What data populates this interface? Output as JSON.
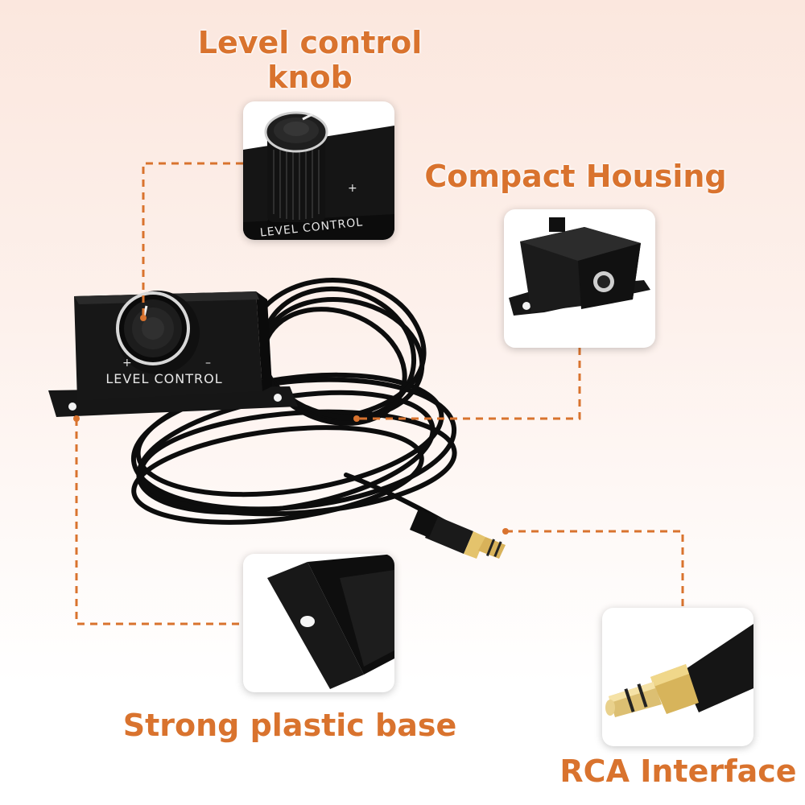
{
  "labels": {
    "knob": "Level control knob",
    "housing": "Compact Housing",
    "base": "Strong plastic base",
    "rca": "RCA Interface"
  },
  "device_text": {
    "main": "LEVEL CONTROL",
    "inset": "LEVEL CONTROL",
    "plus": "+",
    "minus": "–"
  },
  "colors": {
    "accent": "#d9732e",
    "device": "#141414",
    "cable": "#0d0d0d",
    "gold": "#d8b25a"
  }
}
